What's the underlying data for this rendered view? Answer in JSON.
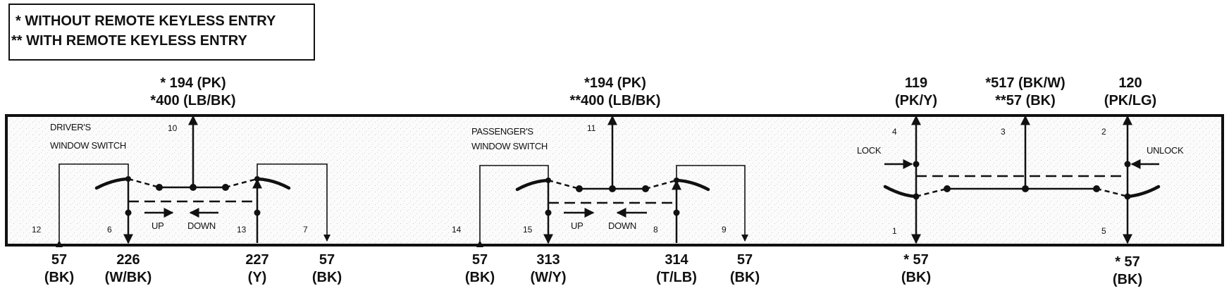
{
  "legend": {
    "line1": "* WITHOUT REMOTE KEYLESS ENTRY",
    "line2": "** WITH REMOTE KEYLESS ENTRY"
  },
  "driver_switch": {
    "title_line1": "DRIVER'S",
    "title_line2": "WINDOW SWITCH",
    "top_wire": {
      "pin": "10",
      "line1": "* 194 (PK)",
      "line2": "*400 (LB/BK)"
    },
    "pins": {
      "left_outer": "12",
      "left_inner": "6",
      "right_inner": "13",
      "right_outer": "7"
    },
    "up": "UP",
    "down": "DOWN",
    "bottom_wires": [
      {
        "line1": "57",
        "line2": "(BK)"
      },
      {
        "line1": "226",
        "line2": "(W/BK)"
      },
      {
        "line1": "227",
        "line2": "(Y)"
      },
      {
        "line1": "57",
        "line2": "(BK)"
      }
    ]
  },
  "passenger_switch": {
    "title_line1": "PASSENGER'S",
    "title_line2": "WINDOW SWITCH",
    "top_wire": {
      "pin": "11",
      "line1": "*194 (PK)",
      "line2": "**400 (LB/BK)"
    },
    "pins": {
      "left_outer": "14",
      "left_inner": "15",
      "right_inner": "8",
      "right_outer": "9"
    },
    "up": "UP",
    "down": "DOWN",
    "bottom_wires": [
      {
        "line1": "57",
        "line2": "(BK)"
      },
      {
        "line1": "313",
        "line2": "(W/Y)"
      },
      {
        "line1": "314",
        "line2": "(T/LB)"
      },
      {
        "line1": "57",
        "line2": "(BK)"
      }
    ]
  },
  "lock_switch": {
    "lock": "LOCK",
    "unlock": "UNLOCK",
    "top_wires": [
      {
        "pin": "4",
        "line1": "119",
        "line2": "(PK/Y)"
      },
      {
        "pin": "3",
        "line1": "*517 (BK/W)",
        "line2": "**57 (BK)"
      },
      {
        "pin": "2",
        "line1": "120",
        "line2": "(PK/LG)"
      }
    ],
    "bottom_wires": [
      {
        "pin": "1",
        "line1": "* 57",
        "line2": "(BK)"
      },
      {
        "pin": "5",
        "line1": "* 57",
        "line2": "(BK)"
      }
    ]
  }
}
